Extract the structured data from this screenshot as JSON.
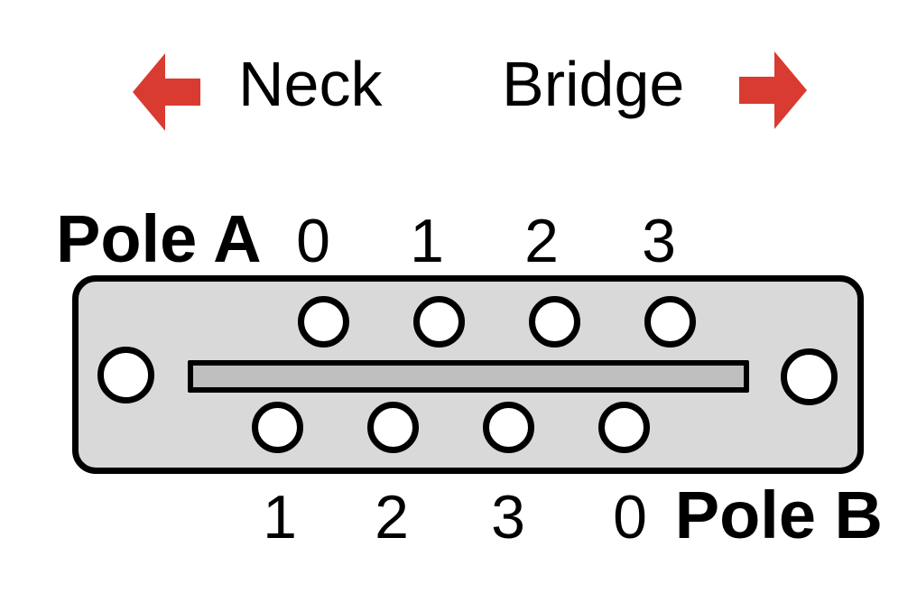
{
  "header": {
    "neck_label": "Neck",
    "bridge_label": "Bridge",
    "left_arrow_icon": "arrow-left",
    "right_arrow_icon": "arrow-right",
    "arrow_color": "#d93b30"
  },
  "switch": {
    "pole_a_label": "Pole A",
    "pole_b_label": "Pole B",
    "top_terminals": [
      "0",
      "1",
      "2",
      "3"
    ],
    "bottom_terminals": [
      "1",
      "2",
      "3",
      "0"
    ],
    "colors": {
      "body": "#d9d9d9",
      "slider": "#bfbfbf",
      "outline": "#000000",
      "hole_fill": "#ffffff"
    }
  }
}
